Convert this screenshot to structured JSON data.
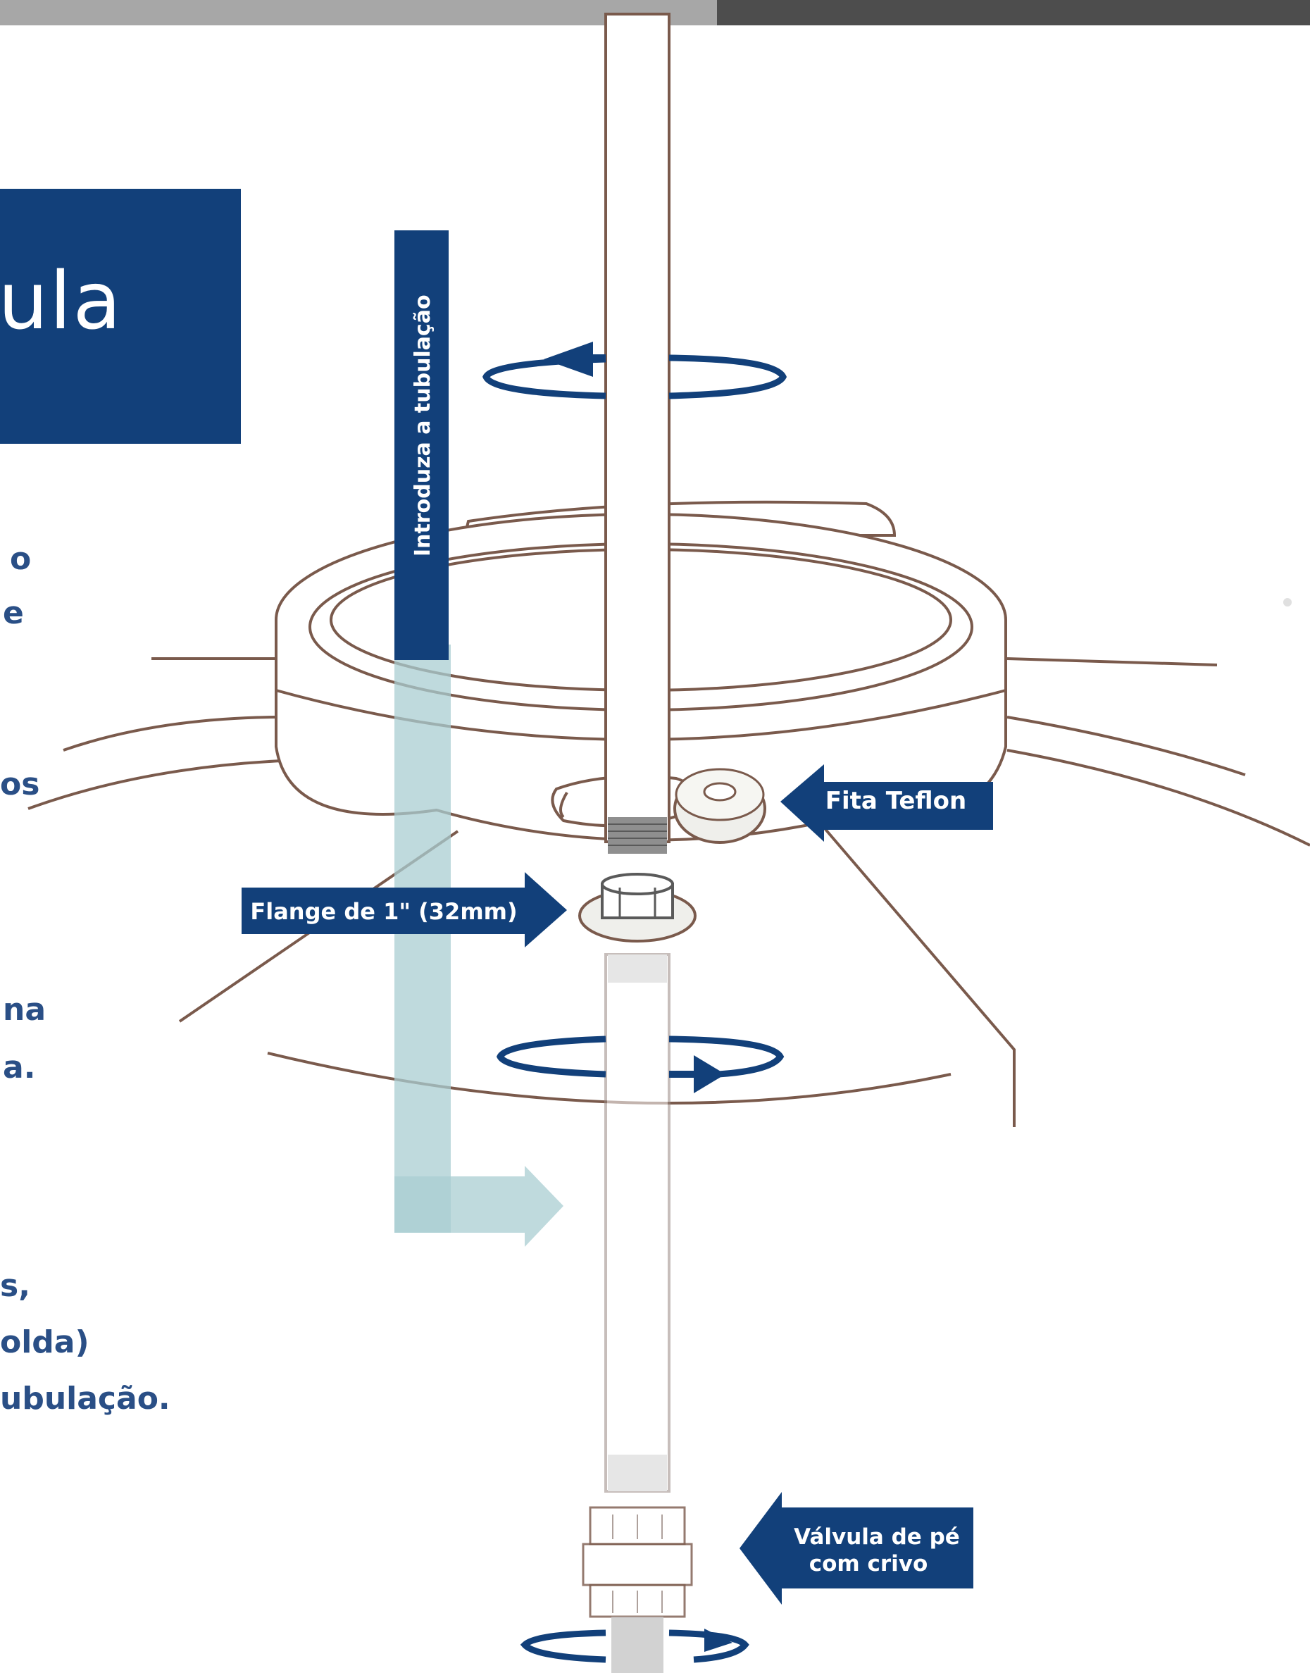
{
  "title": {
    "text": "vula"
  },
  "body_fragments": [
    {
      "text": "o"
    },
    {
      "text": "e"
    },
    {
      "text": "os"
    },
    {
      "text": "na"
    },
    {
      "text": "a."
    },
    {
      "text": "s,"
    },
    {
      "text": "olda)"
    },
    {
      "text": "ubulação."
    }
  ],
  "labels": {
    "vertical_arrow": "Introduza a tubulação",
    "fita_teflon": "Fita Teflon",
    "flange": "Flange de 1\" (32mm)",
    "valvula_line1": "Válvula de pé",
    "valvula_line2": "com crivo"
  },
  "colors": {
    "navy": "#12407a",
    "teal_arrow": "#a9cdd1",
    "outline": "#7a5a4c",
    "text_blue": "#2a4f86"
  }
}
